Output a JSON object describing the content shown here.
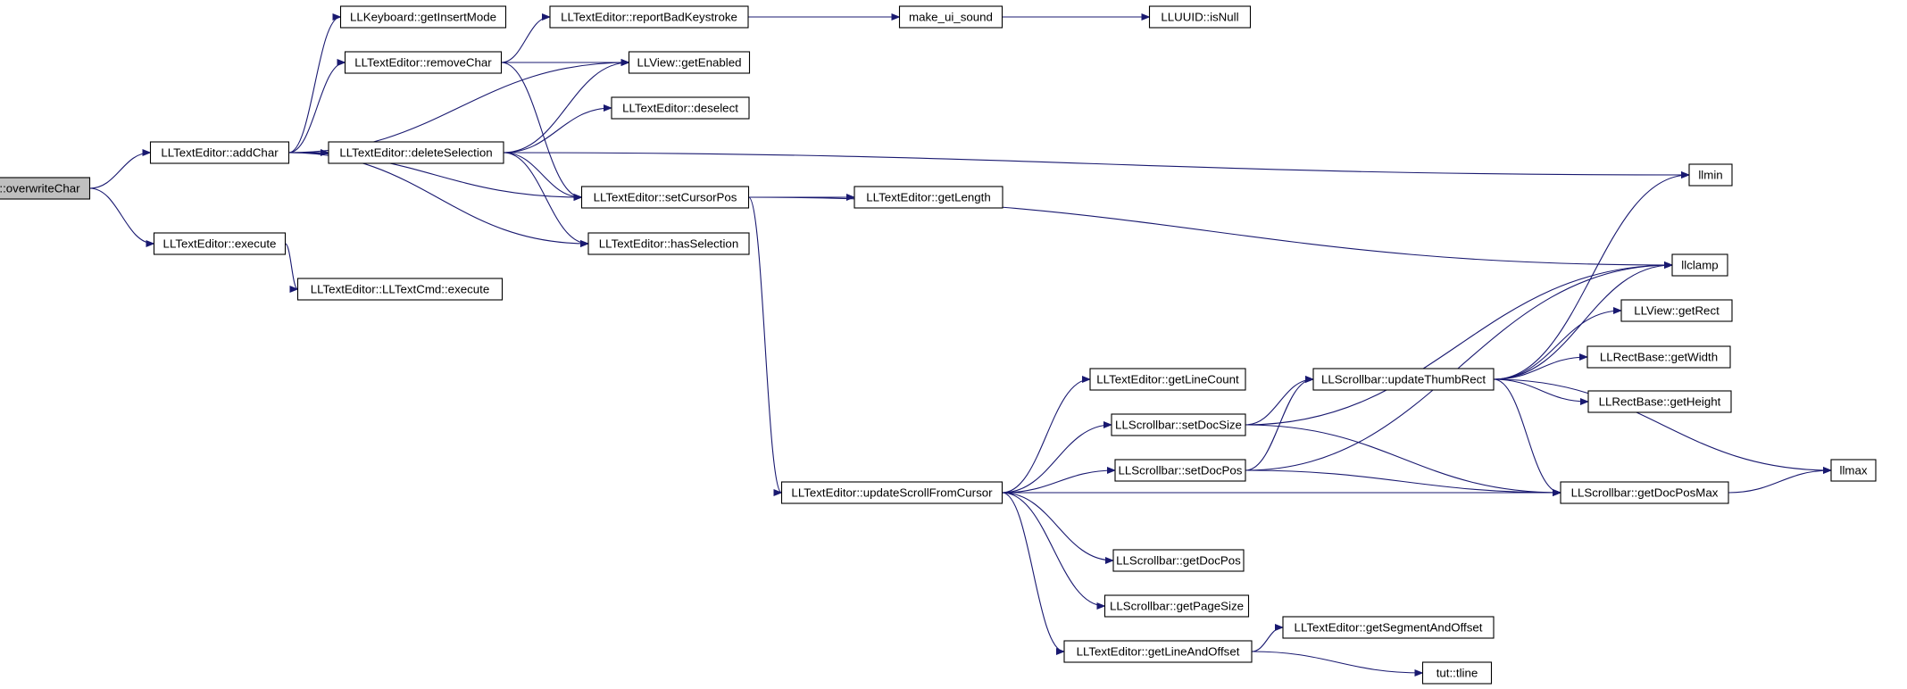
{
  "colors": {
    "edge": "#191970",
    "node_fill": "#ffffff",
    "root_fill": "#bfbfbf",
    "border": "#000000"
  },
  "graph": {
    "nodes": [
      {
        "id": "overwriteChar",
        "label": "LLTextEditor::overwriteChar",
        "root": true
      },
      {
        "id": "addChar",
        "label": "LLTextEditor::addChar"
      },
      {
        "id": "execute",
        "label": "LLTextEditor::execute"
      },
      {
        "id": "getInsertMode",
        "label": "LLKeyboard::getInsertMode"
      },
      {
        "id": "removeChar",
        "label": "LLTextEditor::removeChar"
      },
      {
        "id": "deleteSelection",
        "label": "LLTextEditor::deleteSelection"
      },
      {
        "id": "cmdExecute",
        "label": "LLTextEditor::LLTextCmd::execute"
      },
      {
        "id": "reportBadKeystroke",
        "label": "LLTextEditor::reportBadKeystroke"
      },
      {
        "id": "getEnabled",
        "label": "LLView::getEnabled"
      },
      {
        "id": "deselect",
        "label": "LLTextEditor::deselect"
      },
      {
        "id": "setCursorPos",
        "label": "LLTextEditor::setCursorPos"
      },
      {
        "id": "hasSelection",
        "label": "LLTextEditor::hasSelection"
      },
      {
        "id": "makeUiSound",
        "label": "make_ui_sound"
      },
      {
        "id": "isNull",
        "label": "LLUUID::isNull"
      },
      {
        "id": "getLength",
        "label": "LLTextEditor::getLength"
      },
      {
        "id": "updateScrollFromCursor",
        "label": "LLTextEditor::updateScrollFromCursor"
      },
      {
        "id": "getLineCount",
        "label": "LLTextEditor::getLineCount"
      },
      {
        "id": "setDocSize",
        "label": "LLScrollbar::setDocSize"
      },
      {
        "id": "setDocPos",
        "label": "LLScrollbar::setDocPos"
      },
      {
        "id": "getDocPos",
        "label": "LLScrollbar::getDocPos"
      },
      {
        "id": "getPageSize",
        "label": "LLScrollbar::getPageSize"
      },
      {
        "id": "getLineAndOffset",
        "label": "LLTextEditor::getLineAndOffset"
      },
      {
        "id": "updateThumbRect",
        "label": "LLScrollbar::updateThumbRect"
      },
      {
        "id": "getSegmentAndOffset",
        "label": "LLTextEditor::getSegmentAndOffset"
      },
      {
        "id": "tline",
        "label": "tut::tline"
      },
      {
        "id": "llmin",
        "label": "llmin"
      },
      {
        "id": "llclamp",
        "label": "llclamp"
      },
      {
        "id": "getRect",
        "label": "LLView::getRect"
      },
      {
        "id": "getWidth",
        "label": "LLRectBase::getWidth"
      },
      {
        "id": "getHeight",
        "label": "LLRectBase::getHeight"
      },
      {
        "id": "getDocPosMax",
        "label": "LLScrollbar::getDocPosMax"
      },
      {
        "id": "llmax",
        "label": "llmax"
      }
    ],
    "edges": [
      {
        "from": "overwriteChar",
        "to": "addChar"
      },
      {
        "from": "overwriteChar",
        "to": "execute"
      },
      {
        "from": "addChar",
        "to": "getInsertMode"
      },
      {
        "from": "addChar",
        "to": "removeChar"
      },
      {
        "from": "addChar",
        "to": "getEnabled"
      },
      {
        "from": "addChar",
        "to": "deleteSelection"
      },
      {
        "from": "addChar",
        "to": "setCursorPos"
      },
      {
        "from": "addChar",
        "to": "hasSelection"
      },
      {
        "from": "execute",
        "to": "cmdExecute"
      },
      {
        "from": "removeChar",
        "to": "reportBadKeystroke"
      },
      {
        "from": "removeChar",
        "to": "getEnabled"
      },
      {
        "from": "removeChar",
        "to": "setCursorPos"
      },
      {
        "from": "deleteSelection",
        "to": "getEnabled"
      },
      {
        "from": "deleteSelection",
        "to": "deselect"
      },
      {
        "from": "deleteSelection",
        "to": "setCursorPos"
      },
      {
        "from": "deleteSelection",
        "to": "hasSelection"
      },
      {
        "from": "deleteSelection",
        "to": "llmin"
      },
      {
        "from": "reportBadKeystroke",
        "to": "makeUiSound"
      },
      {
        "from": "makeUiSound",
        "to": "isNull"
      },
      {
        "from": "setCursorPos",
        "to": "getLength"
      },
      {
        "from": "setCursorPos",
        "to": "llclamp"
      },
      {
        "from": "setCursorPos",
        "to": "updateScrollFromCursor"
      },
      {
        "from": "updateScrollFromCursor",
        "to": "getLineCount"
      },
      {
        "from": "updateScrollFromCursor",
        "to": "setDocSize"
      },
      {
        "from": "updateScrollFromCursor",
        "to": "setDocPos"
      },
      {
        "from": "updateScrollFromCursor",
        "to": "getDocPosMax"
      },
      {
        "from": "updateScrollFromCursor",
        "to": "getDocPos"
      },
      {
        "from": "updateScrollFromCursor",
        "to": "getPageSize"
      },
      {
        "from": "updateScrollFromCursor",
        "to": "getLineAndOffset"
      },
      {
        "from": "setDocSize",
        "to": "llclamp"
      },
      {
        "from": "setDocSize",
        "to": "updateThumbRect"
      },
      {
        "from": "setDocSize",
        "to": "getDocPosMax"
      },
      {
        "from": "setDocPos",
        "to": "llclamp"
      },
      {
        "from": "setDocPos",
        "to": "updateThumbRect"
      },
      {
        "from": "setDocPos",
        "to": "getDocPosMax"
      },
      {
        "from": "updateThumbRect",
        "to": "llmin"
      },
      {
        "from": "updateThumbRect",
        "to": "llclamp"
      },
      {
        "from": "updateThumbRect",
        "to": "getRect"
      },
      {
        "from": "updateThumbRect",
        "to": "getWidth"
      },
      {
        "from": "updateThumbRect",
        "to": "getHeight"
      },
      {
        "from": "updateThumbRect",
        "to": "getDocPosMax"
      },
      {
        "from": "updateThumbRect",
        "to": "llmax"
      },
      {
        "from": "getDocPosMax",
        "to": "llmax"
      },
      {
        "from": "getLineAndOffset",
        "to": "getSegmentAndOffset"
      },
      {
        "from": "getLineAndOffset",
        "to": "tline"
      }
    ]
  }
}
